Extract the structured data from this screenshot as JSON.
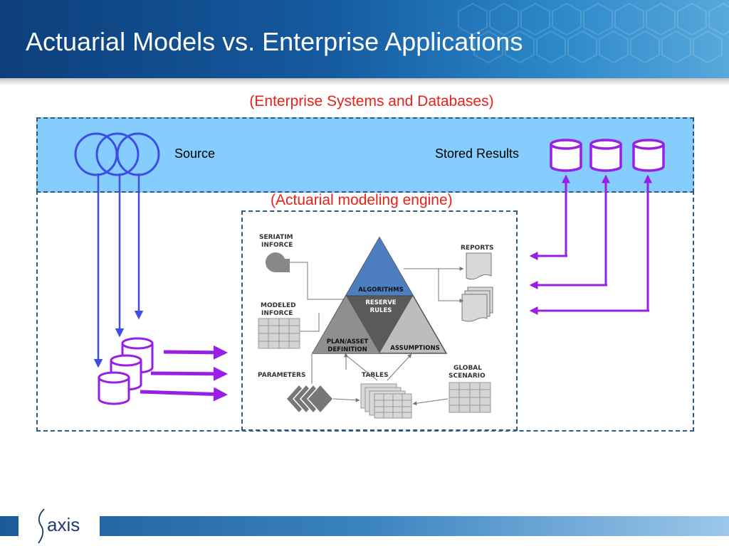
{
  "slide": {
    "title": "Actuarial Models vs. Enterprise Applications",
    "enterprise_label": "(Enterprise Systems and Databases)",
    "engine_label": "(Actuarial modeling engine)",
    "source_label": "Source",
    "stored_results_label": "Stored Results"
  },
  "engine": {
    "seriatim_inforce": [
      "SERIATIM",
      "INFORCE"
    ],
    "modeled_inforce": [
      "MODELED",
      "INFORCE"
    ],
    "parameters": "PARAMETERS",
    "tables": "TABLES",
    "global_scenario": [
      "GLOBAL",
      "SCENARIO"
    ],
    "reports": "REPORTS",
    "algorithms": "ALGORITHMS",
    "reserve_rules": [
      "RESERVE",
      "RULES"
    ],
    "plan_asset_definition": [
      "PLAN/ASSET",
      "DEFINITION"
    ],
    "assumptions": "ASSUMPTIONS"
  },
  "footer": {
    "logo_text": "axis"
  },
  "colors": {
    "title_red": "#e8201a",
    "enterprise_band": "#84cdfc",
    "source_blue": "#3c4ee6",
    "database_purple": "#9a1fe6",
    "header_blue": "#155a9f",
    "algorithms_blue": "#4d7fc0"
  },
  "icons": {
    "source": "overlapping-circles-icon",
    "stored_results": "database-cylinder-icon",
    "logo": "axis-swoosh-icon"
  }
}
